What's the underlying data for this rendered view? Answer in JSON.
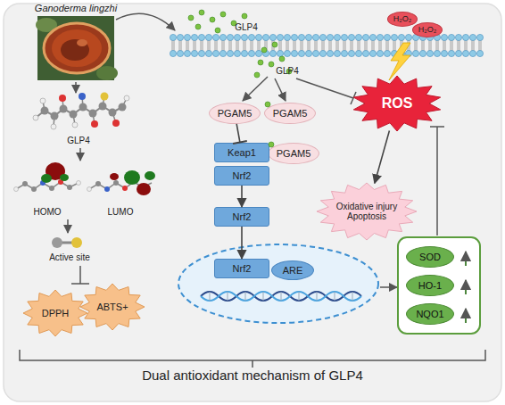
{
  "diagram": {
    "nodes": [
      {
        "text": [
          "H₂O₂"
        ]
      },
      {
        "text": [
          "H₂O₂"
        ]
      },
      {
        "text": [
          "PGAM5"
        ]
      },
      {
        "text": [
          "PGAM5"
        ]
      },
      {
        "text": [
          "ROS"
        ]
      },
      {
        "text": [
          "PGAM5"
        ]
      },
      {
        "text": [
          "Keap1"
        ]
      },
      {
        "text": [
          "Nrf2"
        ]
      },
      {
        "text": [
          "Oxidative injury Apoptosis"
        ]
      },
      {
        "text": [
          "Nrf2"
        ]
      },
      {
        "text": [
          "Nrf2"
        ]
      },
      {
        "text": [
          "ARE"
        ]
      },
      {
        "text": [
          "SOD"
        ]
      },
      {
        "text": [
          "HO-1"
        ]
      },
      {
        "text": [
          "NQO1"
        ]
      },
      {
        "text": [
          "DPPH"
        ]
      },
      {
        "text": [
          "ABTS+"
        ]
      }
    ],
    "edges": [
      {
        "from": 2,
        "to": 6,
        "arrow": "none"
      },
      {
        "from": 7,
        "to": 9,
        "arrow": "to"
      },
      {
        "from": 9,
        "to": 10,
        "arrow": "to"
      },
      {
        "from": 4,
        "to": 8,
        "arrow": "to"
      }
    ],
    "labels": [
      "Ganoderma lingzhi",
      "GLP4",
      "HOMO",
      "LUMO",
      "Active site",
      "GLP4",
      "GLP4",
      "Dual antioxidant mechanism of GLP4"
    ]
  }
}
